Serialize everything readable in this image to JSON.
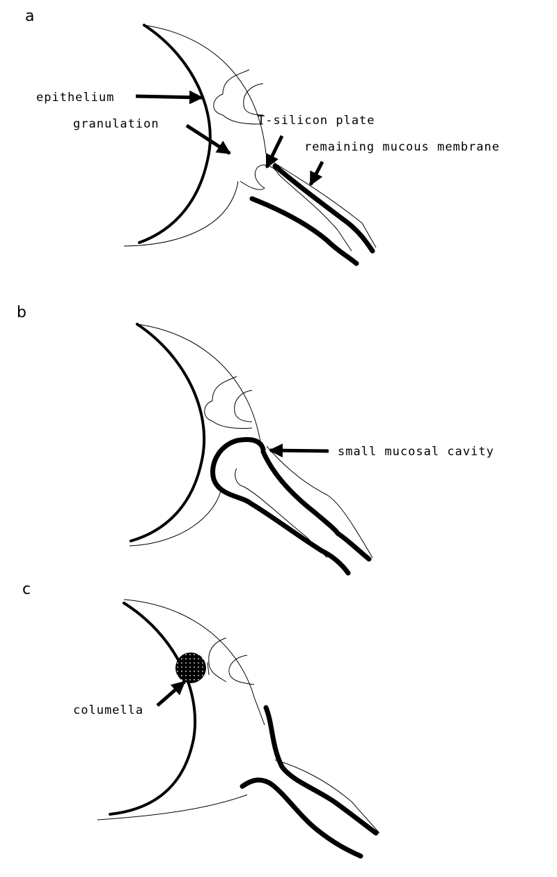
{
  "panels": [
    {
      "letter": "a",
      "labels": {
        "epithelium": "epithelium",
        "granulation": "granulation",
        "silicon_plate": "T-silicon plate",
        "mucous_membrane": "remaining mucous membrane"
      }
    },
    {
      "letter": "b",
      "labels": {
        "mucosal_cavity": "small mucosal cavity"
      }
    },
    {
      "letter": "c",
      "labels": {
        "columella": "columella"
      }
    }
  ]
}
